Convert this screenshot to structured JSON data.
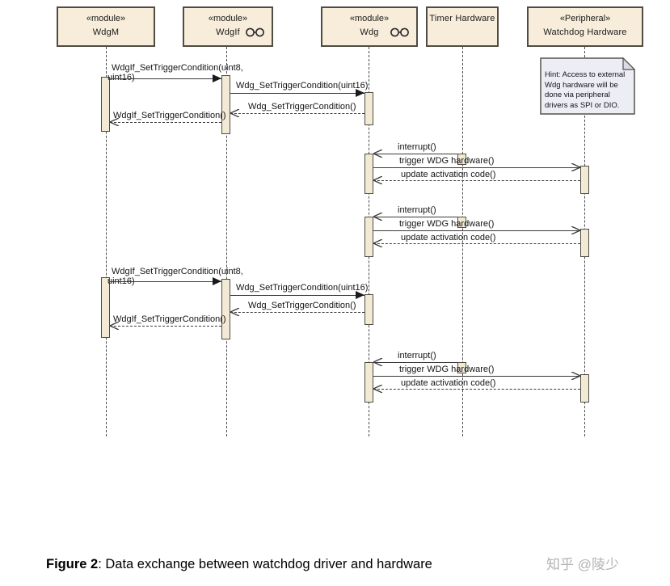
{
  "diagram": {
    "participants": [
      {
        "stereotype": "«module»",
        "name": "WdgM"
      },
      {
        "stereotype": "«module»",
        "name": "WdgIf"
      },
      {
        "stereotype": "«module»",
        "name": "Wdg"
      },
      {
        "name": "Timer Hardware"
      },
      {
        "stereotype": "«Peripheral»",
        "name": "Watchdog Hardware"
      }
    ],
    "note_text": "Hint: Access to external Wdg hardware will be done via peripheral drivers as SPI or DIO.",
    "messages": [
      {
        "label": "WdgIf_SetTriggerCondition(uint8,",
        "label2": "uint16)",
        "kind": "call"
      },
      {
        "label": "Wdg_SetTriggerCondition(uint16)",
        "kind": "call"
      },
      {
        "label": "Wdg_SetTriggerCondition()",
        "kind": "return"
      },
      {
        "label": "WdgIf_SetTriggerCondition()",
        "kind": "return"
      },
      {
        "label": "interrupt()",
        "kind": "async"
      },
      {
        "label": "trigger WDG hardware()",
        "kind": "async"
      },
      {
        "label": "update activation code()",
        "kind": "return"
      },
      {
        "label": "interrupt()",
        "kind": "async"
      },
      {
        "label": "trigger WDG hardware()",
        "kind": "async"
      },
      {
        "label": "update activation code()",
        "kind": "return"
      },
      {
        "label": "WdgIf_SetTriggerCondition(uint8,",
        "label2": "uint16)",
        "kind": "call"
      },
      {
        "label": "Wdg_SetTriggerCondition(uint16)",
        "kind": "call"
      },
      {
        "label": "Wdg_SetTriggerCondition()",
        "kind": "return"
      },
      {
        "label": "WdgIf_SetTriggerCondition()",
        "kind": "return"
      },
      {
        "label": "interrupt()",
        "kind": "async"
      },
      {
        "label": "trigger WDG hardware()",
        "kind": "async"
      },
      {
        "label": "update activation code()",
        "kind": "return"
      }
    ]
  },
  "caption": {
    "label": "Figure 2",
    "text": ": Data exchange between watchdog driver and hardware"
  },
  "watermark": "知乎 @陵少",
  "colors": {
    "box_fill": "#f7edda",
    "box_border": "#4f4c44",
    "note_fill": "#ededf6",
    "line": "#3a3a3a",
    "watermark": "#b3b3b3"
  }
}
